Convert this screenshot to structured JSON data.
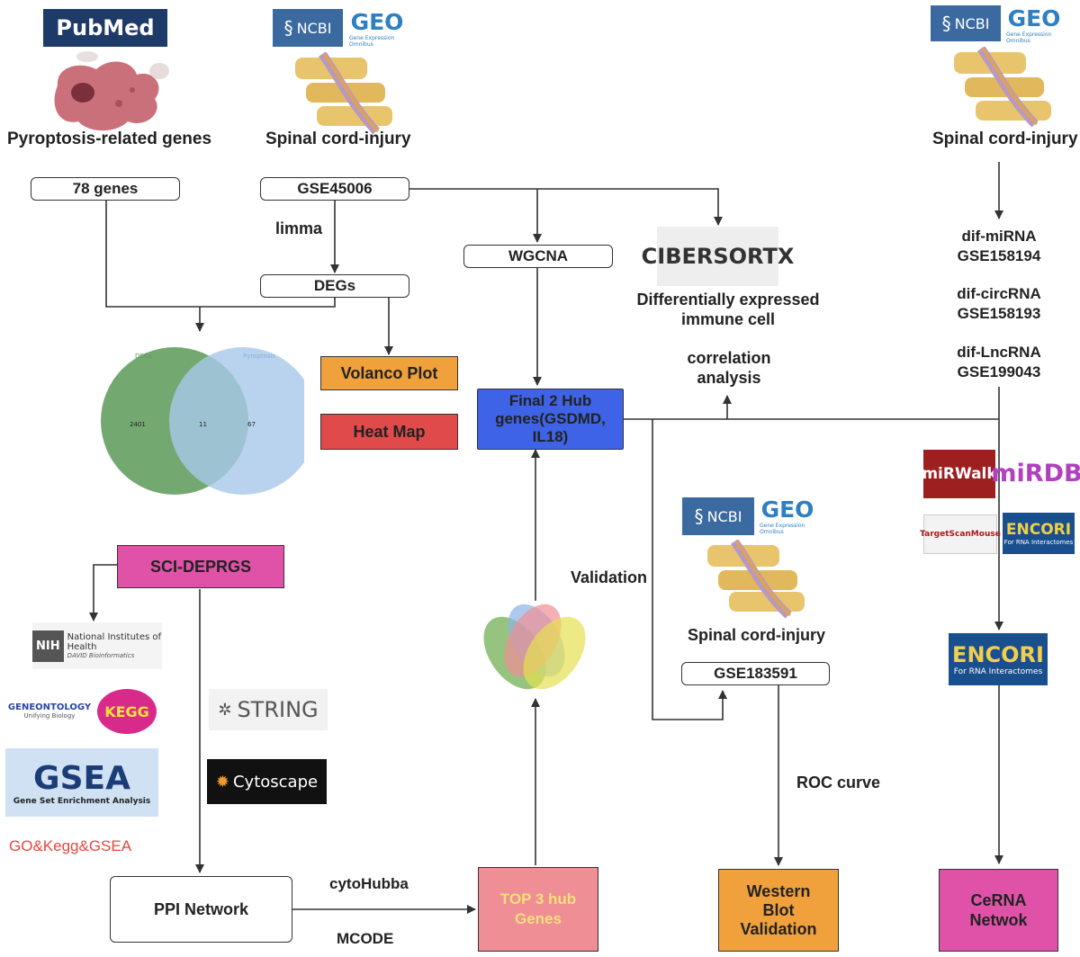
{
  "logos": {
    "pubmed": "PubMed",
    "ncbi": "NCBI",
    "geo": "GEO",
    "geo_sub": "Gene Expression Omnibus",
    "cibersortx": "CIBERSORTX",
    "nih_main": "National Institutes of Health",
    "nih_sub": "DAVID Bioinformatics",
    "nih_badge": "NIH",
    "geneontology": "GENEONTOLOGY",
    "geneontology_sub": "Unifying Biology",
    "kegg": "KEGG",
    "gsea": "GSEA",
    "gsea_sub": "Gene Set Enrichment Analysis",
    "string": "STRING",
    "cytoscape": "Cytoscape",
    "mirwalk": "miRWalk",
    "mirdb": "miRDB",
    "targetscan": "TargetScanMouse",
    "encori": "ENCORI",
    "encori_sub": "For RNA Interactomes"
  },
  "headers": {
    "pyroptosis": "Pyroptosis-related genes",
    "sci_top": "Spinal cord-injury",
    "sci_right": "Spinal cord-injury",
    "sci_mid": "Spinal cord-injury"
  },
  "boxes": {
    "genes78": "78 genes",
    "gse45006": "GSE45006",
    "degs": "DEGs",
    "wgcna": "WGCNA",
    "volcano": "Volanco Plot",
    "heatmap": "Heat Map",
    "final_hub": "Final 2 Hub genes(GSDMD, IL18)",
    "gse183591": "GSE183591",
    "sci_deprgs": "SCI-DEPRGS",
    "ppi": "PPI Network",
    "top3": "TOP 3 hub Genes",
    "western": "Western Blot Validation",
    "cerna": "CeRNA Netwok"
  },
  "labels": {
    "limma": "limma",
    "diff_immune": "Differentially expressed immune cell",
    "correlation": "correlation analysis",
    "mirna": "dif-miRNA GSE158194",
    "circrna": "dif-circRNA GSE158193",
    "lncrna": "dif-LncRNA GSE199043",
    "validation": "Validation",
    "roc": "ROC  curve",
    "cytohubba": "cytoHubba",
    "mcode": "MCODE",
    "go_kegg_gsea": "GO&Kegg&GSEA"
  },
  "venn2": {
    "left_label": "DEGs",
    "right_label": "Pyroptosis",
    "left_only": "2401",
    "overlap": "11",
    "right_only": "67"
  },
  "colors": {
    "volcano": "#f0a13c",
    "heatmap": "#e04a4a",
    "final_hub": "#3f63e6",
    "sci_deprgs": "#e052a8",
    "top3": "#ef8e94",
    "top3_text": "#f6e07a",
    "western": "#f0a13c",
    "cerna": "#e052a8",
    "go_text": "#e8463f"
  }
}
